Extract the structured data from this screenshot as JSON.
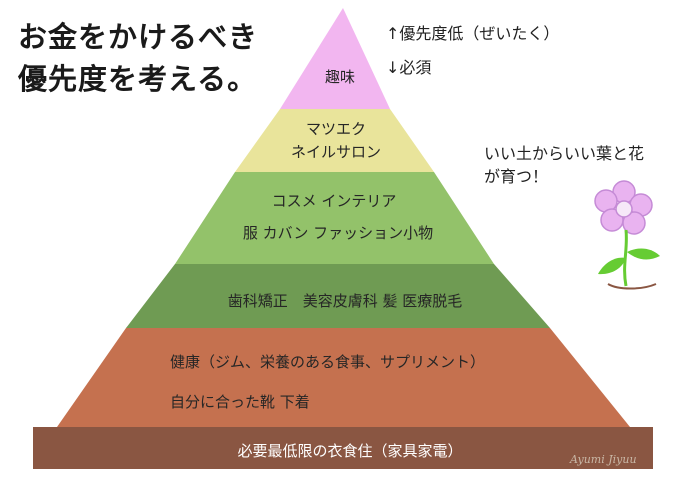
{
  "title": {
    "line1": "お金をかけるべき",
    "line2": "優先度を考える。"
  },
  "priority_notes": {
    "low": "↑優先度低（ぜいたく）",
    "high": "↓必須"
  },
  "side_note": {
    "line1": "いい土からいい葉と花",
    "line2": "が育つ！"
  },
  "pyramid": {
    "tiers": [
      {
        "lines": [
          "趣味"
        ],
        "color": "#f2b6f0"
      },
      {
        "lines": [
          "マツエク",
          "ネイルサロン"
        ],
        "color": "#e9e49b"
      },
      {
        "lines": [
          "コスメ インテリア",
          "服 カバン ファッション小物"
        ],
        "color": "#93c26a"
      },
      {
        "lines": [
          "歯科矯正　美容皮膚科 髪 医療脱毛"
        ],
        "color": "#6f9b53"
      },
      {
        "lines": [
          "健康（ジム、栄養のある食事、サプリメント）",
          "自分に合った靴 下着"
        ],
        "color": "#c5714f"
      },
      {
        "lines": [
          "必要最低限の衣食住（家具家電）"
        ],
        "color": "#8a5642"
      }
    ]
  },
  "signature": "Ayumi Jiyuu",
  "flower": {
    "petal_color": "#e9b3f0",
    "stem_color": "#66cc33",
    "pot_color": "#8a5642"
  }
}
